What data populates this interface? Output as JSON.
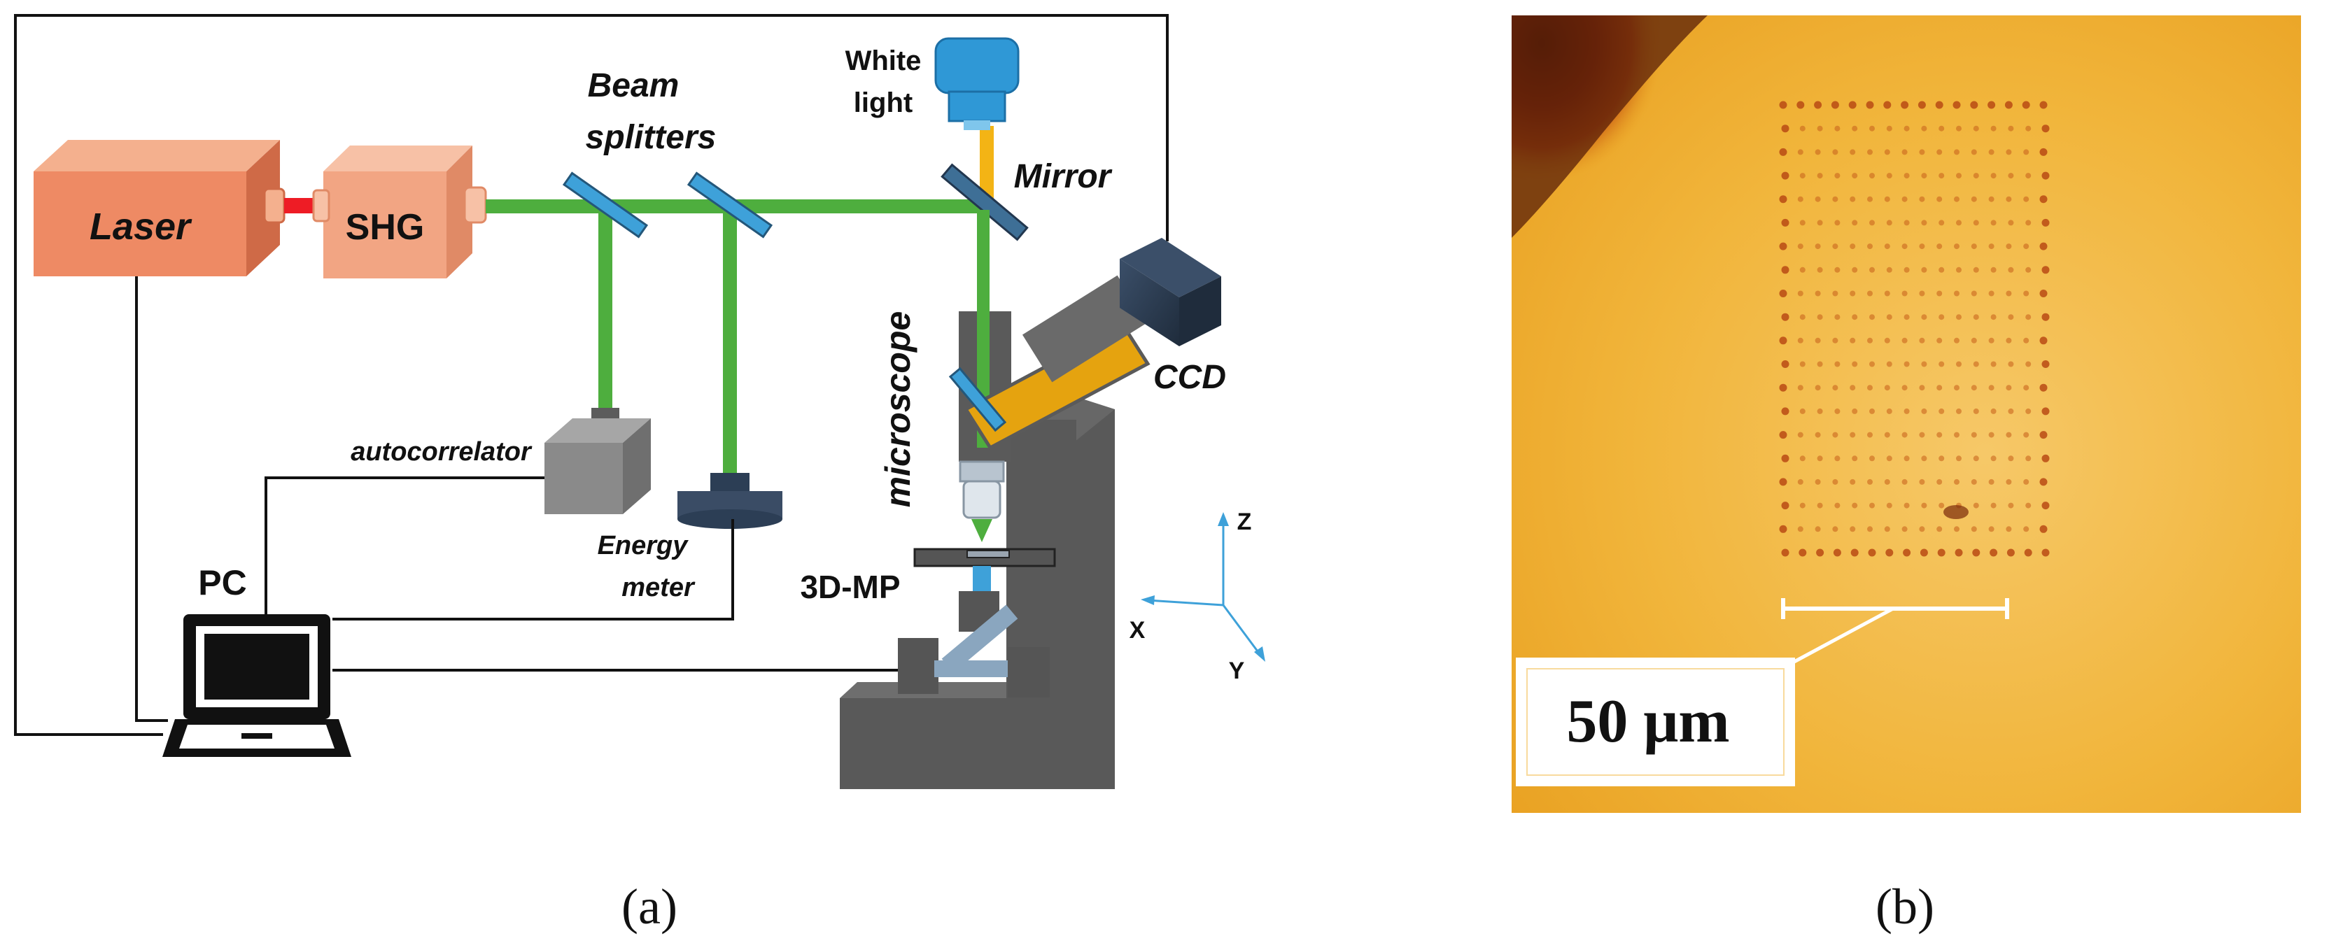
{
  "panel_a": {
    "labels": {
      "laser": "Laser",
      "shg": "SHG",
      "beam_splitters_line1": "Beam",
      "beam_splitters_line2": "splitters",
      "white_light_line1": "White",
      "white_light_line2": "light",
      "mirror": "Mirror",
      "ccd": "CCD",
      "microscope": "microscope",
      "autocorrelator": "autocorrelator",
      "energy_meter_line1": "Energy",
      "energy_meter_line2": "meter",
      "pc": "PC",
      "stage_3dmp": "3D-MP",
      "axis_z": "Z",
      "axis_x": "X",
      "axis_y": "Y"
    },
    "caption": "(a)"
  },
  "panel_b": {
    "scale_bar": "50 μm",
    "caption": "(b)"
  },
  "colors": {
    "laser_front": "#ee8a64",
    "laser_side": "#cf6a47",
    "laser_top": "#f4b08e",
    "shg_front": "#f2a583",
    "red_beam": "#ee1c25",
    "green_beam": "#4eae3e",
    "yellow_beam": "#f3b415",
    "blue_optic": "#3ea1d9",
    "navy": "#2c3e55",
    "gray_dark": "#595959",
    "gray_mid": "#8a8a8a",
    "micrograph_bg": "#f1b53b"
  }
}
